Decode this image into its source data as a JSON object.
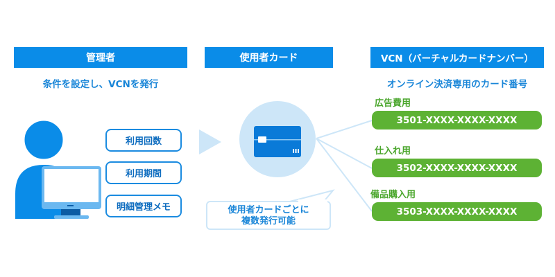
{
  "columns": {
    "admin": {
      "header": "管理者",
      "subtitle": "条件を設定し、VCNを発行",
      "conditions": [
        "利用回数",
        "利用期間",
        "明細管理メモ"
      ]
    },
    "user_card": {
      "header": "使用者カード",
      "note_line1": "使用者カードごとに",
      "note_line2": "複数発行可能"
    },
    "vcn": {
      "header": "VCN（バーチャルカードナンバー）",
      "subtitle": "オンライン決済専用のカード番号",
      "cards": [
        {
          "label": "広告費用",
          "number": "3501-XXXX-XXXX-XXXX"
        },
        {
          "label": "仕入れ用",
          "number": "3502-XXXX-XXXX-XXXX"
        },
        {
          "label": "備品購入用",
          "number": "3503-XXXX-XXXX-XXXX"
        }
      ]
    }
  },
  "icons": {
    "person": "person-icon",
    "monitor": "monitor-icon",
    "arrow": "arrow-right-icon",
    "card": "credit-card-icon"
  },
  "colors": {
    "header_blue": "#0a8ce8",
    "text_blue": "#1a86d8",
    "green": "#5db234",
    "light_blue": "#cde6f8"
  }
}
